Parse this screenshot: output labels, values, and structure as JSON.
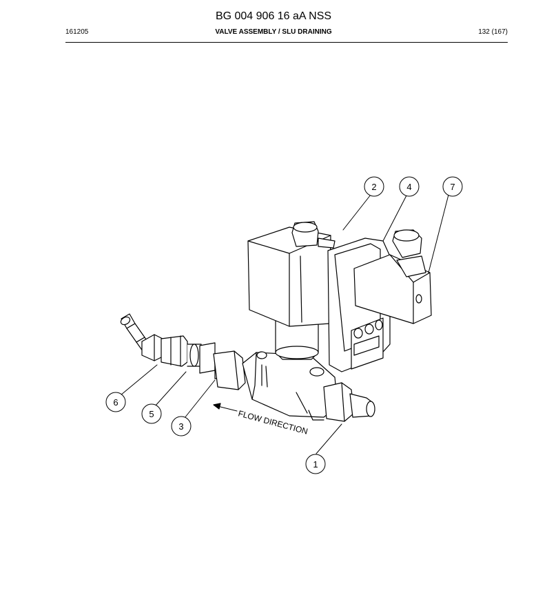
{
  "header": {
    "title": "BG 004 906 16 aA NSS",
    "date": "161205",
    "section": "VALVE ASSEMBLY / SLU DRAINING",
    "page": "132 (167)"
  },
  "figure": {
    "flow_label": "FLOW DIRECTION",
    "callouts": [
      "1",
      "2",
      "3",
      "4",
      "5",
      "6",
      "7"
    ]
  }
}
